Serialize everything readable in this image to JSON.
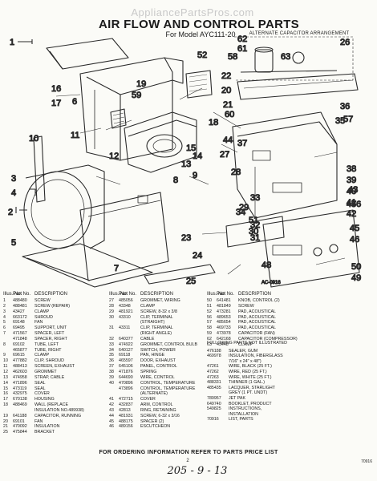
{
  "watermark": "AppliancePartsPros.com",
  "title": "AIR FLOW AND CONTROL PARTS",
  "subtitle": "For Model AYC111-20",
  "alternate_title": "ALTERNATE CAPACITOR ARRANGEMENT",
  "diagram_catalog_number": "AC-0916",
  "callouts": [
    "1",
    "2",
    "3",
    "4",
    "5",
    "6",
    "7",
    "8",
    "9",
    "10",
    "11",
    "12",
    "13",
    "14",
    "15",
    "16",
    "17",
    "18",
    "19",
    "20",
    "21",
    "22",
    "23",
    "24",
    "25",
    "26",
    "27",
    "28",
    "29",
    "30",
    "31",
    "32",
    "33",
    "34",
    "35",
    "36",
    "37",
    "38",
    "39",
    "40",
    "41",
    "42",
    "43",
    "44",
    "45",
    "46",
    "47",
    "48",
    "49",
    "50",
    "51",
    "52",
    "56",
    "57",
    "58",
    "59",
    "60",
    "61",
    "62",
    "63"
  ],
  "headers": {
    "illus_no": "Illus. No.",
    "part_no": "Part No.",
    "description": "DESCRIPTION"
  },
  "parts_col1": [
    {
      "no": "1",
      "part": "488480",
      "desc": "SCREW"
    },
    {
      "no": "2",
      "part": "488481",
      "desc": "SCREW (REPAIR)"
    },
    {
      "no": "3",
      "part": "43427",
      "desc": "CLAMP"
    },
    {
      "no": "4",
      "part": "663172",
      "desc": "SHROUD"
    },
    {
      "no": "5",
      "part": "69148",
      "desc": "FAN"
    },
    {
      "no": "6",
      "part": "69495",
      "desc": "SUPPORT, UNIT"
    },
    {
      "no": "7",
      "part": "471567",
      "desc": "SPACER, LEFT"
    },
    {
      "no": "",
      "part": "471848",
      "desc": "SPACER, RIGHT"
    },
    {
      "no": "8",
      "part": "69102",
      "desc": "TUBE, LEFT"
    },
    {
      "no": "",
      "part": "465877",
      "desc": "TUBE, RIGHT"
    },
    {
      "no": "9",
      "part": "69615",
      "desc": "CLAMP"
    },
    {
      "no": "10",
      "part": "477882",
      "desc": "CLIP, SHROUD"
    },
    {
      "no": "11",
      "part": "488413",
      "desc": "SCREEN, EXHAUST"
    },
    {
      "no": "12",
      "part": "462603",
      "desc": "GROMMET"
    },
    {
      "no": "13",
      "part": "474958",
      "desc": "STRAP, CABLE"
    },
    {
      "no": "14",
      "part": "471896",
      "desc": "SEAL"
    },
    {
      "no": "15",
      "part": "473119",
      "desc": "SEAL"
    },
    {
      "no": "16",
      "part": "432975",
      "desc": "COVER"
    },
    {
      "no": "17",
      "part": "670138",
      "desc": "HOUSING"
    },
    {
      "no": "18",
      "part": "488469",
      "desc": "WALL (REPLACE"
    },
    {
      "no": "",
      "part": "",
      "desc": "INSULATION NO.489938)"
    },
    {
      "no": "19",
      "part": "641188",
      "desc": "CAPACITOR, RUNNING"
    },
    {
      "no": "20",
      "part": "69101",
      "desc": "FAN"
    },
    {
      "no": "21",
      "part": "470092",
      "desc": "INSULATION"
    },
    {
      "no": "25",
      "part": "475844",
      "desc": "BRACKET"
    }
  ],
  "parts_col2": [
    {
      "no": "27",
      "part": "485056",
      "desc": "GROMMET, WIRING"
    },
    {
      "no": "28",
      "part": "43348",
      "desc": "CLAMP"
    },
    {
      "no": "29",
      "part": "481921",
      "desc": "SCREW, 8-32 x 3/8"
    },
    {
      "no": "30",
      "part": "43310",
      "desc": "CLIP, TERMINAL"
    },
    {
      "no": "",
      "part": "",
      "desc": "(STRAIGHT)"
    },
    {
      "no": "31",
      "part": "43311",
      "desc": "CLIP, TERMINAL"
    },
    {
      "no": "",
      "part": "",
      "desc": "(RIGHT ANGLE)"
    },
    {
      "no": "32",
      "part": "640377",
      "desc": "CABLE"
    },
    {
      "no": "33",
      "part": "474922",
      "desc": "GROMMET, CONTROL BULB"
    },
    {
      "no": "34",
      "part": "640127",
      "desc": "SWITCH, POWER"
    },
    {
      "no": "35",
      "part": "69118",
      "desc": "PAN, HINGE"
    },
    {
      "no": "36",
      "part": "465597",
      "desc": "DOOR, EXHAUST"
    },
    {
      "no": "37",
      "part": "645106",
      "desc": "PANEL, CONTROL"
    },
    {
      "no": "38",
      "part": "471876",
      "desc": "SPRING"
    },
    {
      "no": "39",
      "part": "644690",
      "desc": "WIRE, CONTROL"
    },
    {
      "no": "40",
      "part": "470896",
      "desc": "CONTROL, TEMPERATURE"
    },
    {
      "no": "",
      "part": "473896",
      "desc": "CONTROL, TEMPERATURE"
    },
    {
      "no": "",
      "part": "",
      "desc": "(ALTERNATE)"
    },
    {
      "no": "41",
      "part": "472715",
      "desc": "COVER"
    },
    {
      "no": "42",
      "part": "432837",
      "desc": "ARM, CONTROL"
    },
    {
      "no": "43",
      "part": "42813",
      "desc": "RING, RETAINING"
    },
    {
      "no": "44",
      "part": "481931",
      "desc": "SCREW, 6-32 x 3/16"
    },
    {
      "no": "45",
      "part": "488175",
      "desc": "SPACER (2)"
    },
    {
      "no": "46",
      "part": "489156",
      "desc": "ESCUTCHEON"
    }
  ],
  "parts_col3": [
    {
      "no": "50",
      "part": "641481",
      "desc": "KNOB, CONTROL (2)"
    },
    {
      "no": "51",
      "part": "481849",
      "desc": "SCREW"
    },
    {
      "no": "52",
      "part": "473281",
      "desc": "PAD, ACOUSTICAL"
    },
    {
      "no": "56",
      "part": "489653",
      "desc": "PAD, ACOUSTICAL"
    },
    {
      "no": "57",
      "part": "485654",
      "desc": "PAD, ACOUSTICAL"
    },
    {
      "no": "58",
      "part": "469733",
      "desc": "PAD, ACOUSTICAL"
    },
    {
      "no": "59",
      "part": "473978",
      "desc": "CAPACITOR (FAN)"
    },
    {
      "no": "62",
      "part": "642168",
      "desc": "CAPACITOR (COMPRESSOR)"
    },
    {
      "no": "63",
      "part": "43448",
      "desc": "CLAMP"
    }
  ],
  "note": "FOLLOWING PARTS NOT ILLUSTRATED",
  "parts_not_illustrated": [
    {
      "part": "476188",
      "desc": "SEALER, GUM"
    },
    {
      "part": "469978",
      "desc": "INSULATION, FIBERGLASS"
    },
    {
      "part": "",
      "desc": "7/16\" x 24\" x 48\")"
    },
    {
      "part": "47261",
      "desc": "WIRE, BLACK (25 FT.)"
    },
    {
      "part": "47262",
      "desc": "WIRE, RED (25 FT.)"
    },
    {
      "part": "47263",
      "desc": "WIRE, WHITE (25 FT.)"
    },
    {
      "part": "488331",
      "desc": "THINNER (1 GAL.)"
    },
    {
      "part": "485435",
      "desc": "LACQUER, STARLIGHT"
    },
    {
      "part": "",
      "desc": "GREY (1 PT. UNDT)"
    },
    {
      "part": "789957",
      "desc": "JET PAK"
    },
    {
      "part": "649740",
      "desc": "BOOKLET, PRODUCT"
    },
    {
      "part": "549825",
      "desc": "INSTRUCTIONS,"
    },
    {
      "part": "",
      "desc": "INSTALLATION"
    },
    {
      "part": "70916",
      "desc": "LIST, PARTS"
    }
  ],
  "footer": "FOR ORDERING INFORMATION REFER TO PARTS PRICE LIST",
  "page_number": "2",
  "handwritten_note": "205 - 9 - 13",
  "sheet_code": "70916"
}
